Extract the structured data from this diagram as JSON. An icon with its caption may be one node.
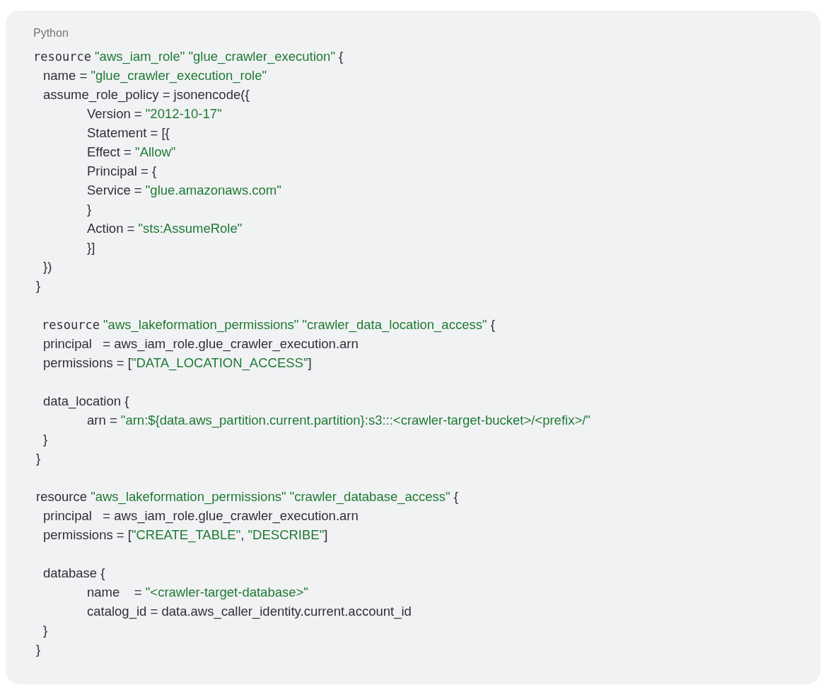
{
  "diagram": {
    "labels": [
      "Python",
      "resource \"aws_iam_role\" \"glue_crawler_execution\" {",
      "name = \"glue_crawler_execution_role\"",
      "assume_role_policy = jsonencode({",
      "Version = \"2012-10-17\"",
      "Statement = [{",
      "Effect = \"Allow\"",
      "Principal = {",
      "Service = \"glue.amazonaws.com\"",
      "}",
      "Action = \"sts:AssumeRole\"",
      "}]",
      "})",
      "}",
      "resource \"aws_lakeformation_permissions\" \"crawler_data_location_access\" {",
      "principal   = aws_iam_role.glue_crawler_execution.arn",
      "permissions = [\"DATA_LOCATION_ACCESS\"]",
      "data_location {",
      "arn = \"arn:${data.aws_partition.current.partition}:s3:::<crawler-target-bucket>/<prefix>/\"",
      "}",
      "}",
      "resource \"aws_lakeformation_permissions\" \"crawler_database_access\" {",
      "principal   = aws_iam_role.glue_crawler_execution.arn",
      "permissions = [\"CREATE_TABLE\", \"DESCRIBE\"]",
      "database {",
      "name    = \"<crawler-target-database>\"",
      "catalog_id = data.aws_caller_identity.current.account_id",
      "}",
      "}"
    ]
  }
}
